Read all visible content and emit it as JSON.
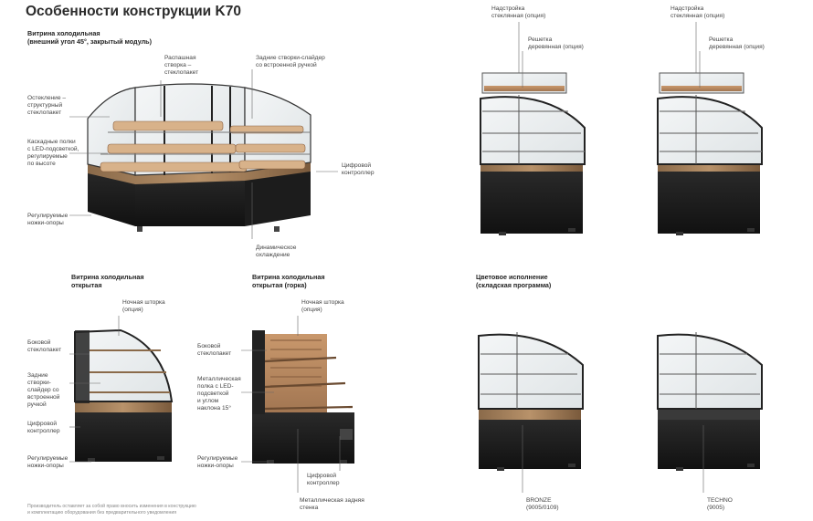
{
  "title": "Особенности конструкции K70",
  "sections": {
    "corner": "Витрина холодильная\n(внешний угол 45°, закрытый модуль)",
    "open": "Витрина холодильная\nоткрытая",
    "open_hill": "Витрина холодильная\nоткрытая (горка)",
    "color": "Цветовое исполнение\n(складская программа)"
  },
  "labels": {
    "corner_glazing": "Остекление –\nструктурный\nстеклопакет",
    "corner_shelves": "Каскадные полки\nс LED-подсветкой,\nрегулируемые\nпо высоте",
    "corner_legs": "Регулируемые\nножки-опоры",
    "corner_front": "Распашная\nстворка –\nстеклопакет",
    "corner_rear": "Задние створки-слайдер\nсо встроенной ручкой",
    "corner_controller": "Цифровой\nконтроллер",
    "corner_cooling": "Динамическое\nохлаждение",
    "top1_add": "Надстройка\nстеклянная (опция)",
    "top1_grid": "Решетка\nдеревянная (опция)",
    "top2_add": "Надстройка\nстеклянная (опция)",
    "top2_grid": "Решетка\nдеревянная (опция)",
    "open_curtain": "Ночная шторка\n(опция)",
    "open_side": "Боковой\nстеклопакет",
    "open_rear": "Задние\nстворки-\nслайдер со\nвстроенной\nручкой",
    "open_controller": "Цифровой\nконтроллер",
    "open_legs": "Регулируемые\nножки-опоры",
    "hill_curtain": "Ночная шторка\n(опция)",
    "hill_side": "Боковой\nстеклопакет",
    "hill_shelf": "Металлическая\nполка с LED-\nподсветкой\nи углом\nнаклона 15°",
    "hill_legs": "Регулируемые\nножки-опоры",
    "hill_controller": "Цифровой\nконтроллер",
    "hill_wall": "Металлическая задняя\nстенка",
    "bronze": "BRONZE\n(9005/0109)",
    "techno": "TECHNO\n(9005)"
  },
  "footnote": "Производитель оставляет за собой право вносить изменения в конструкцию\nи комплектацию оборудования без предварительного уведомления"
}
